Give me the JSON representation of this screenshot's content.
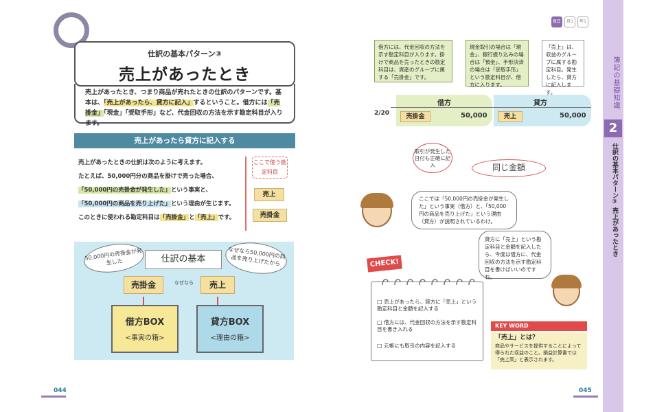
{
  "left": {
    "title_small": "仕訳の基本パターン③",
    "title_big": "売上があったとき",
    "intro_1": "売上があったとき、つまり商品が売れたときの仕訳のパターンです。基本は、",
    "intro_hl": "「売上があったら、貸方に記入」",
    "intro_2": "するということ。借方には",
    "intro_3": "「売掛金」",
    "intro_4": "「現金」「受取手形」など、代金回収の方法を示す勘定科目が入ります。",
    "section_bar": "売上があったら貸方に記入する",
    "body_1": "売上があったときの仕訳は次のように考えます。",
    "body_2": "たとえば、50,000円分の商品を掛けで売った場合、",
    "body_3a": "「50,000円の売掛金が発生した」",
    "body_3b": "という事実と、",
    "body_4a": "「50,000円の商品を売り上げた」",
    "body_4b": "という理由が生じます。",
    "body_5a": "このときに使われる勘定科目は",
    "body_5b": "「売掛金」",
    "body_5c": "と",
    "body_5d": "「売上」",
    "body_5e": "です。",
    "note_red": "ここで使う勘定科目",
    "chip_uri": "売上",
    "chip_urikake": "売掛金",
    "diagram": {
      "title": "仕訳の基本",
      "speech_left": "50,000円の売掛金が発生した",
      "speech_right": "なぜなら50,000円の商品を売り上げたから",
      "chip_left": "売掛金",
      "chip_right": "売上",
      "because": "なぜなら",
      "box_left_1": "借方BOX",
      "box_left_2": "<事実の箱>",
      "box_right_1": "貸方BOX",
      "box_right_2": "<理由の箱>"
    },
    "page_number": "044"
  },
  "right": {
    "tab_labels": [
      "毎日",
      "月1",
      "年1"
    ],
    "tag1": "借方には、代金回収の方法を示す勘定科目が入ります。掛けで商品を売ったときの勘定科目は、資産のグループに属する「売掛金」です。",
    "tag2": "現金取引の場合は「現金」、銀行振り込みの場合は「預金」、手形決済の場合は「受取手形」という勘定科目が、借方に入ります。",
    "tag3": "「売上」は、収益のグループに属する勘定科目。発生したら、貸方に記入します。",
    "entry": {
      "date": "2/20",
      "debit_head": "借方",
      "credit_head": "貸方",
      "debit_account": "売掛金",
      "debit_amount": "50,000",
      "credit_account": "売上",
      "credit_amount": "50,000"
    },
    "note_date": "取引が発生した日付も正確に記入",
    "note_same": "同じ金額",
    "bubble1": "ここでは「50,000円の売掛金が発生した」という事実（借方）と、「50,000円の商品を売り上げた」という理由（貸方）が説明されているわけ。",
    "bubble2": "貸方に「売上」という勘定科目と金額を記入したら、今度は借方に、代金回収の方法を示す勘定科目を書けばいいのですね。",
    "check_label": "CHECK!",
    "checks": [
      "売上があったら、貸方に「売上」という勘定科目と金額を記入する",
      "借方には、代金回収の方法を示す勘定科目を書き入れる",
      "元帳にも取引の内容を記入する"
    ],
    "keyword_head": "KEY WORD",
    "keyword_title": "「売上」とは？",
    "keyword_body": "商品やサービスを提供することによって得られた収益のこと。損益計算書では「売上高」と表示されます。",
    "side_label1": "簿記の基礎知識",
    "side_number": "2",
    "side_label2": "仕訳の基本パターン③ 売上があったとき",
    "page_number": "045"
  },
  "colors": {
    "accent_purple": "#8c6bb0",
    "section_teal": "#4e8aa1",
    "highlight_yellow": "#f3e48f",
    "debit_green": "#e4efc6",
    "credit_blue": "#cdeaf2",
    "red": "#e04a4a"
  }
}
